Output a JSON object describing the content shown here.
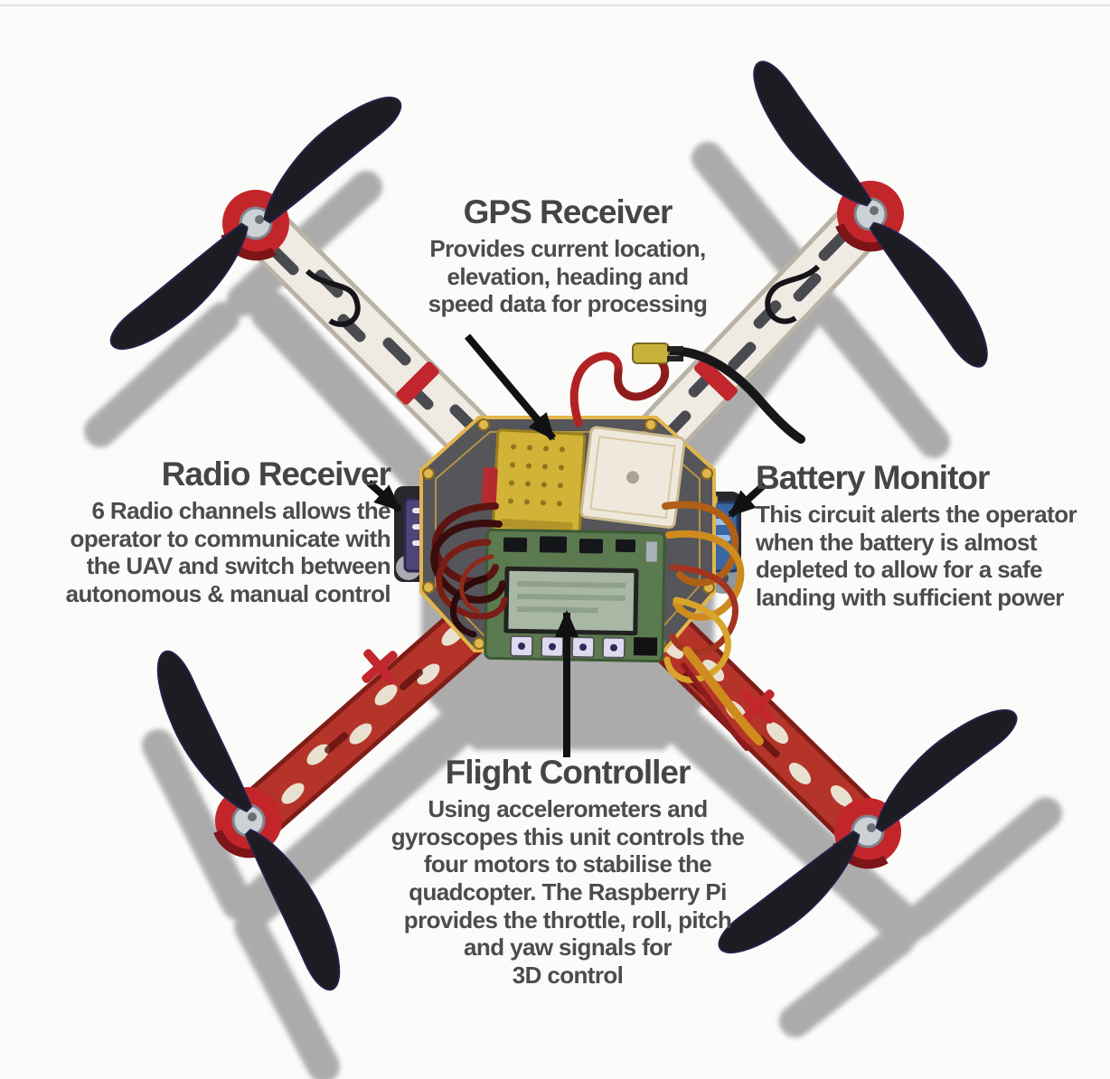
{
  "page": {
    "background": "#fbfbfa",
    "top_border_color": "#e2e2e2"
  },
  "diagram": {
    "subject": "Quadcopter UAV component diagram, top view",
    "callouts": {
      "gps": {
        "title": "GPS Receiver",
        "description": "Provides current location,\nelevation, heading and\nspeed data for processing"
      },
      "radio": {
        "title": "Radio Receiver",
        "description": "6 Radio channels allows the\noperator to communicate with\nthe UAV and switch between\nautonomous & manual control"
      },
      "battery": {
        "title": "Battery Monitor",
        "description": "This circuit alerts the operator\nwhen the battery is almost\ndepleted to allow for a safe\nlanding with sufficient power"
      },
      "flight": {
        "title": "Flight Controller",
        "description": "Using accelerometers and\ngyroscopes this unit controls the\nfour motors to stabilise the\nquadcopter. The Raspberry Pi\nprovides the throttle, roll, pitch\nand yaw signals for\n3D control"
      }
    },
    "colors": {
      "text": "#4a4a4a",
      "arrow": "#111111",
      "prop_black": "#1c1c22",
      "hub_red": "#c2262b",
      "arm_white": "#efebe2",
      "arm_red": "#b5342a",
      "shadow_gray": "#9e9e9e",
      "plate_gray": "#55555a",
      "plate_gold_trim": "#e3b54c",
      "gps_board_yellow": "#d2b237",
      "gps_antenna_cream": "#efe8dc",
      "fc_board_green": "#5c7a50",
      "fc_lcd_green": "#a8b8a4",
      "radio_board_purple": "#50447a",
      "battery_board_blue": "#3a67a4",
      "wire_dark_red": "#5e1313",
      "wire_orange": "#cf8b1e"
    }
  }
}
